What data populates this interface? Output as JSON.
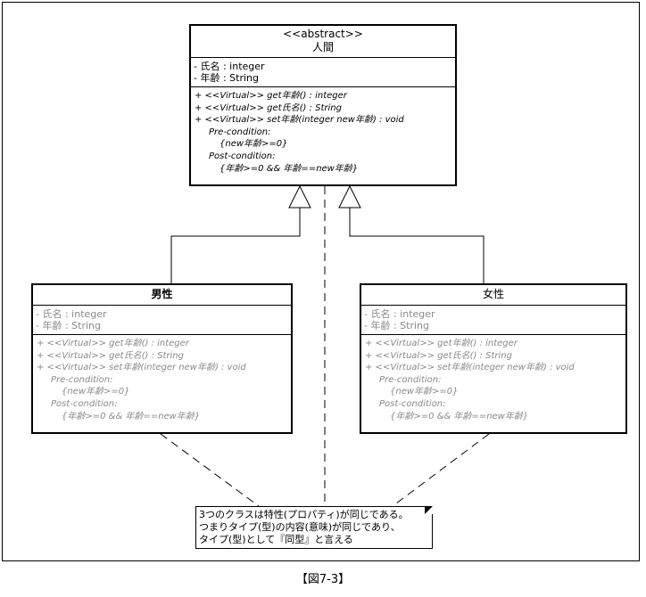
{
  "abstract_class": {
    "stereotype": "<<abstract>>",
    "name": "人間",
    "attributes": [
      "- 氏名 : integer",
      "- 年齢 : String"
    ],
    "operations": [
      "+ <<Virtual>> get年齢() : integer",
      "+ <<Virtual>> get氏名() : String",
      "+ <<Virtual>> set年齢(integer new年齢) : void"
    ],
    "pre_condition_label": "Pre-condition:",
    "pre_condition": "{new年齢>=0}",
    "post_condition_label": "Post-condition:",
    "post_condition": "{年齢>=0 && 年齢==new年齢}"
  },
  "male_class": {
    "name": "男性",
    "attributes": [
      "- 氏名 : integer",
      "- 年齢 : String"
    ],
    "operations": [
      "+ <<Virtual>> get年齢() : integer",
      "+ <<Virtual>> get氏名() : String",
      "+ <<Virtual>> set年齢(integer new年齢) : void"
    ],
    "pre_condition_label": "Pre-condition:",
    "pre_condition": "{new年齢>=0}",
    "post_condition_label": "Post-condition:",
    "post_condition": "{年齢>=0 && 年齢==new年齢}"
  },
  "female_class": {
    "name": "女性",
    "attributes": [
      "- 氏名 : integer",
      "- 年齢 : String"
    ],
    "operations": [
      "+ <<Virtual>> get年齢() : integer",
      "+ <<Virtual>> get氏名() : String",
      "+ <<Virtual>> set年齢(integer new年齢) : void"
    ],
    "pre_condition_label": "Pre-condition:",
    "pre_condition": "{new年齢>=0}",
    "post_condition_label": "Post-condition:",
    "post_condition": "{年齢>=0 && 年齢==new年齢}"
  },
  "note": {
    "lines": [
      "3つのクラスは特性(プロパティ)が同じである。",
      "つまりタイプ(型)の内容(意味)が同じであり、",
      "タイプ(型)として『同型』と言える"
    ]
  },
  "caption": "【図7-3】"
}
